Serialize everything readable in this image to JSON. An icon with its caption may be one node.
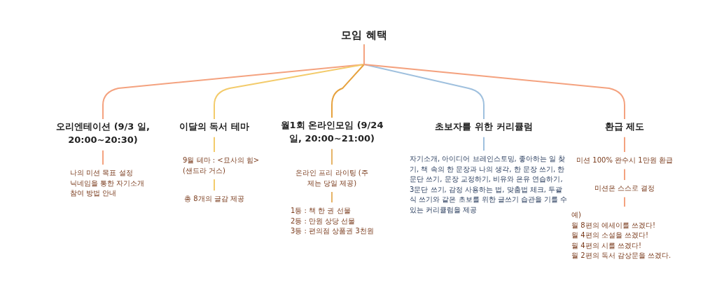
{
  "diagram": {
    "nodes": [
      {
        "text": [
          "모임 혜택"
        ]
      },
      {
        "text": [
          "오리엔테이션 (9/3 일, 20:00~20:30)"
        ]
      },
      {
        "text": [
          "이달의 독서 테마"
        ]
      },
      {
        "text": [
          "월1회 온라인모임 (9/24 일, 20:00~21:00)"
        ]
      },
      {
        "text": [
          "초보자를 위한 커리큘럼"
        ]
      },
      {
        "text": [
          "환급 제도"
        ]
      },
      {
        "text": [
          "나의 미션 목표 설정",
          "닉네임을 통한 자기소개",
          "참여 방법 안내"
        ]
      },
      {
        "text": [
          "9월 테마 : <묘사의 힘> (샌드라 거스)"
        ]
      },
      {
        "text": [
          "총 8개의 글감 제공"
        ]
      },
      {
        "text": [
          "온라인 프리 라이팅 (주제는 당일 제공)"
        ]
      },
      {
        "text": [
          "1등 : 책 한 권 선물",
          "2등 : 만원 상당 선물",
          "3등 : 편의점 상품권 3천원"
        ]
      },
      {
        "text": [
          "자기소개, 아이디어 브레인스토밍, 좋아하는 일 찾기, 책 속의 한 문장과 나의 생각, 한 문장 쓰기, 한 문단 쓰기, 문장 교정하기, 비유와 은유 연습하기, 3문단 쓰기, 감정 사용하는 법, 맞춤법 체크, 두괄식 쓰기와 같은 초보를 위한 글쓰기 습관을 기를 수 있는 커리큘럼을 제공"
        ]
      },
      {
        "text": [
          "미션 100% 완수시 1만원 환급"
        ]
      },
      {
        "text": [
          "미션은 스스로 결정"
        ]
      },
      {
        "text": [
          "예)",
          "월 8편의 에세이를 쓰겠다!",
          "월 4편의 소설을 쓰겠다!",
          "월 4편의 시를 쓰겠다!",
          "월 2편의 독서 감상문을 쓰겠다."
        ]
      }
    ],
    "edges": [
      {
        "from": 0,
        "to": 1,
        "arrow": "none"
      },
      {
        "from": 0,
        "to": 2,
        "arrow": "none",
        "color": "#f3cb6b"
      },
      {
        "from": 0,
        "to": 3,
        "arrow": "none",
        "color": "#e6a23e"
      },
      {
        "from": 0,
        "to": 4,
        "arrow": "none",
        "color": "#9fc0de"
      },
      {
        "from": 0,
        "to": 5,
        "arrow": "none"
      },
      {
        "from": 1,
        "to": 6,
        "arrow": "none"
      },
      {
        "from": 2,
        "to": 7,
        "arrow": "none",
        "color": "#f3cb6b"
      },
      {
        "from": 7,
        "to": 8,
        "arrow": "none",
        "color": "#f3cb6b"
      },
      {
        "from": 3,
        "to": 9,
        "arrow": "none",
        "color": "#e6b468"
      },
      {
        "from": 9,
        "to": 10,
        "arrow": "none",
        "color": "#e6b468"
      },
      {
        "from": 4,
        "to": 11,
        "arrow": "none",
        "color": "#9fc0de"
      },
      {
        "from": 5,
        "to": 12,
        "arrow": "none"
      },
      {
        "from": 12,
        "to": 13,
        "arrow": "none"
      },
      {
        "from": 13,
        "to": 14,
        "arrow": "none"
      }
    ]
  }
}
